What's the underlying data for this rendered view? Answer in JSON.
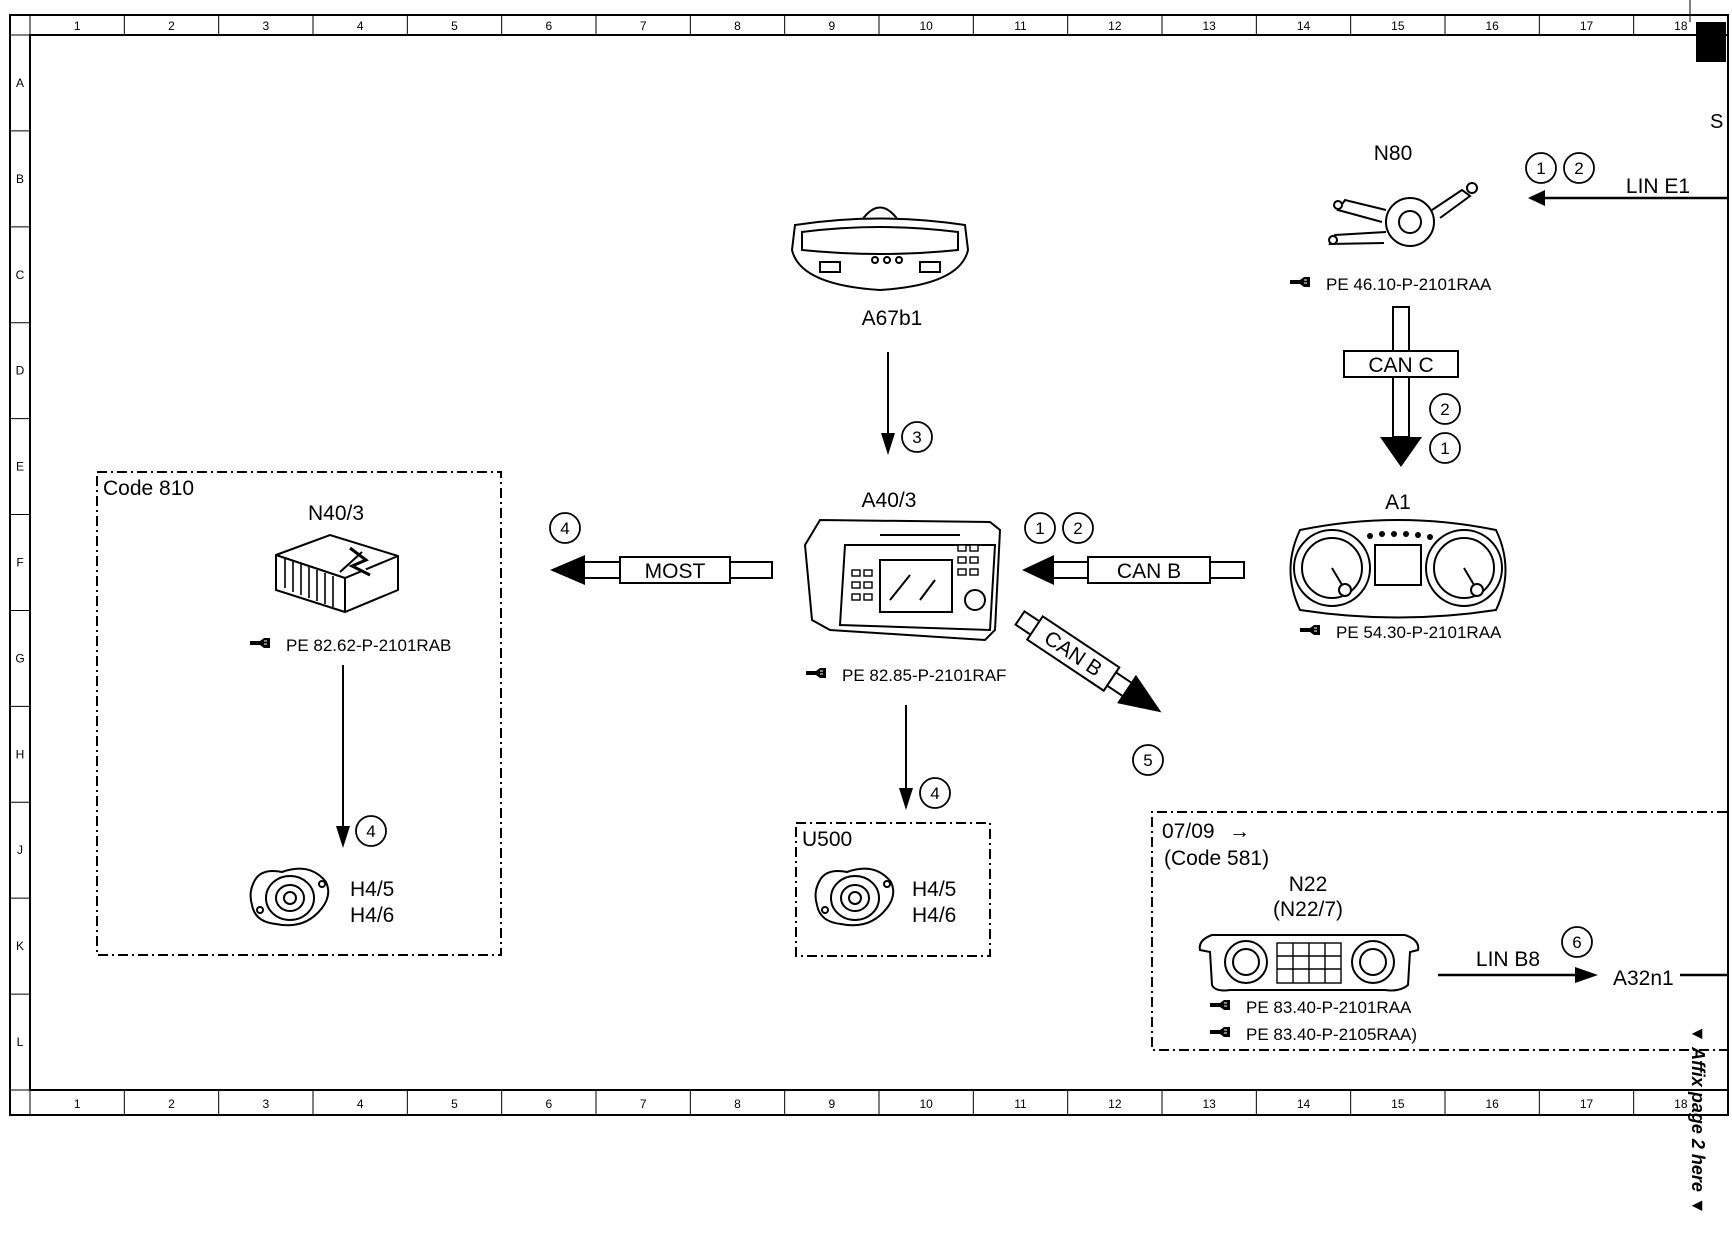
{
  "grid": {
    "columns": [
      "1",
      "2",
      "3",
      "4",
      "5",
      "6",
      "7",
      "8",
      "9",
      "10",
      "11",
      "12",
      "13",
      "14",
      "15",
      "16",
      "17",
      "18"
    ],
    "rows": [
      "A",
      "B",
      "C",
      "D",
      "E",
      "F",
      "G",
      "H",
      "J",
      "K",
      "L"
    ]
  },
  "corner_text": "S",
  "side_note": "▼ Affix page 2 here ▼",
  "components": {
    "n80": {
      "label": "N80",
      "ref": "PE 46.10-P-2101RAA"
    },
    "a67b1": {
      "label": "A67b1"
    },
    "a40_3": {
      "label": "A40/3",
      "ref": "PE 82.85-P-2101RAF"
    },
    "a1": {
      "label": "A1",
      "ref": "PE 54.30-P-2101RAA"
    },
    "n40_3": {
      "label": "N40/3",
      "ref": "PE 82.62-P-2101RAB"
    },
    "speakers_code810": {
      "line1": "H4/5",
      "line2": "H4/6"
    },
    "speakers_u500": {
      "line1": "H4/5",
      "line2": "H4/6"
    },
    "n22": {
      "label": "N22",
      "label_alt": "(N22/7)",
      "ref": "PE 83.40-P-2101RAA",
      "ref_alt": "PE 83.40-P-2105RAA)"
    },
    "a32n1": {
      "label": "A32n1"
    }
  },
  "boxes": {
    "code810": {
      "label": "Code 810"
    },
    "u500": {
      "label": "U500"
    },
    "code581": {
      "line1": "07/09",
      "line1_arrow": "→",
      "line2": "(Code 581)"
    }
  },
  "buses": {
    "lin_e1": "LIN E1",
    "can_c": "CAN C",
    "can_b_left": "CAN B",
    "can_b_diag": "CAN B",
    "most": "MOST",
    "lin_b8": "LIN B8"
  },
  "callouts": {
    "n80_1": "1",
    "n80_2": "2",
    "canc_2": "2",
    "canc_1": "1",
    "a67_3": "3",
    "canb_1": "1",
    "canb_2": "2",
    "most_4": "4",
    "n40_4": "4",
    "u500_4": "4",
    "canb_5": "5",
    "lin_6": "6"
  }
}
